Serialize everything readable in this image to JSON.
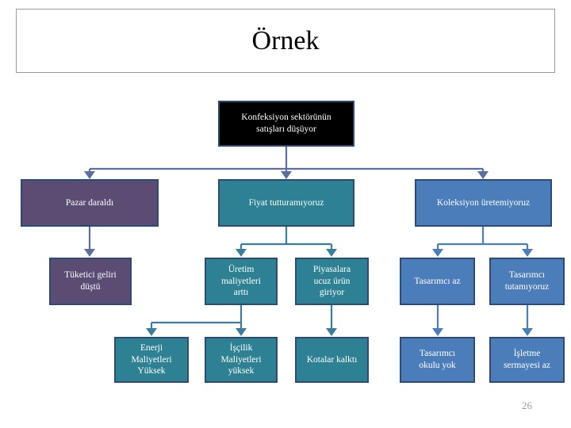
{
  "slide": {
    "title": "Örnek",
    "page_number": "26",
    "background_color": "#ffffff",
    "title_border_color": "#9a9a9a"
  },
  "palette": {
    "root_fill": "#000000",
    "purple_fill": "#5a4c72",
    "teal_fill": "#2d8193",
    "blue_fill": "#4a7dba",
    "node_border": "#2e4b76",
    "connector_purple": "#5b6fa0",
    "connector_teal": "#3a7d9c",
    "connector_blue": "#4a7dba",
    "text_color": "#ffffff",
    "page_number_color": "#9b9b9b"
  },
  "diagram": {
    "type": "tree",
    "root": {
      "id": "root",
      "label": "Konfeksiyon sektörünün satışları düşüyor",
      "lines": [
        "Konfeksiyon sektörünün",
        "satışları düşüyor"
      ],
      "style": "root"
    },
    "nodes": [
      {
        "id": "n1",
        "label": "Pazar daraldı",
        "lines": [
          "Pazar daraldı"
        ],
        "style": "purple",
        "level": 2,
        "parent": "root"
      },
      {
        "id": "n2",
        "label": "Fiyat tutturamıyoruz",
        "lines": [
          "Fiyat tutturamıyoruz"
        ],
        "style": "teal",
        "level": 2,
        "parent": "root"
      },
      {
        "id": "n3",
        "label": "Koleksiyon üretemiyoruz",
        "lines": [
          "Koleksiyon üretemiyoruz"
        ],
        "style": "blue",
        "level": 2,
        "parent": "root"
      },
      {
        "id": "n4",
        "label": "Tüketici geliri düştü",
        "lines": [
          "Tüketici geliri",
          "düştü"
        ],
        "style": "purple",
        "level": 3,
        "parent": "n1"
      },
      {
        "id": "n5",
        "label": "Üretim maliyetleri arttı",
        "lines": [
          "Üretim",
          "maliyetleri",
          "arttı"
        ],
        "style": "teal",
        "level": 3,
        "parent": "n2"
      },
      {
        "id": "n6",
        "label": "Piyasalara ucuz ürün giriyor",
        "lines": [
          "Piyasalara",
          "ucuz ürün",
          "giriyor"
        ],
        "style": "teal",
        "level": 3,
        "parent": "n2"
      },
      {
        "id": "n7",
        "label": "Tasarımcı az",
        "lines": [
          "Tasarımcı az"
        ],
        "style": "blue",
        "level": 3,
        "parent": "n3"
      },
      {
        "id": "n8",
        "label": "Tasarımcı tutamıyoruz",
        "lines": [
          "Tasarımcı",
          "tutamıyoruz"
        ],
        "style": "blue",
        "level": 3,
        "parent": "n3"
      },
      {
        "id": "n9",
        "label": "Enerji Maliyetleri Yüksek",
        "lines": [
          "Enerji",
          "Maliyetleri",
          "Yüksek"
        ],
        "style": "teal",
        "level": 4,
        "parent": "n5"
      },
      {
        "id": "n10",
        "label": "İşçilik Maliyetleri yüksek",
        "lines": [
          "İşçilik",
          "Maliyetleri",
          "yüksek"
        ],
        "style": "teal",
        "level": 4,
        "parent": "n5"
      },
      {
        "id": "n11",
        "label": "Kotalar kalktı",
        "lines": [
          "Kotalar kalktı"
        ],
        "style": "teal",
        "level": 4,
        "parent": "n6"
      },
      {
        "id": "n12",
        "label": "Tasarımcı okulu yok",
        "lines": [
          "Tasarımcı",
          "okulu yok"
        ],
        "style": "blue",
        "level": 4,
        "parent": "n7"
      },
      {
        "id": "n13",
        "label": "İşletme sermayesi az",
        "lines": [
          "İşletme",
          "sermayesi az"
        ],
        "style": "blue",
        "level": 4,
        "parent": "n8"
      }
    ]
  }
}
